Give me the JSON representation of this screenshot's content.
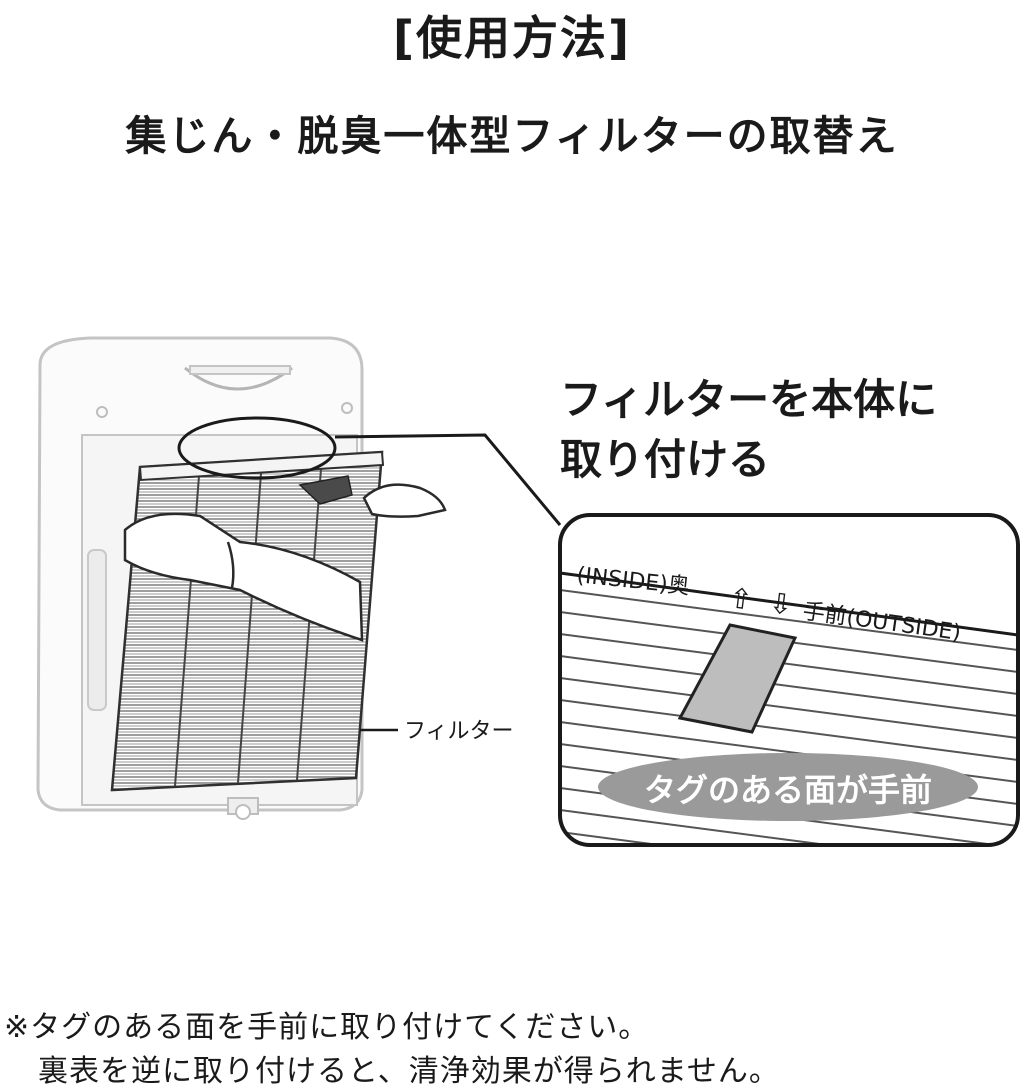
{
  "header": {
    "title": "[使用方法]",
    "subtitle": "集じん・脱臭一体型フィルターの取替え"
  },
  "illustration": {
    "callout_line1": "フィルターを本体に",
    "callout_line2": "取り付ける",
    "filter_label": "フィルター",
    "inside_label": "(INSIDE)奥",
    "up_arrow": "⇧",
    "down_arrow": "⇩",
    "outside_label": "手前(OUTSIDE)",
    "tag_caption": "タグのある面が手前"
  },
  "notes": {
    "line1": "※タグのある面を手前に取り付けてください。",
    "line2": "裏表を逆に取り付けると、清浄効果が得られません。"
  }
}
